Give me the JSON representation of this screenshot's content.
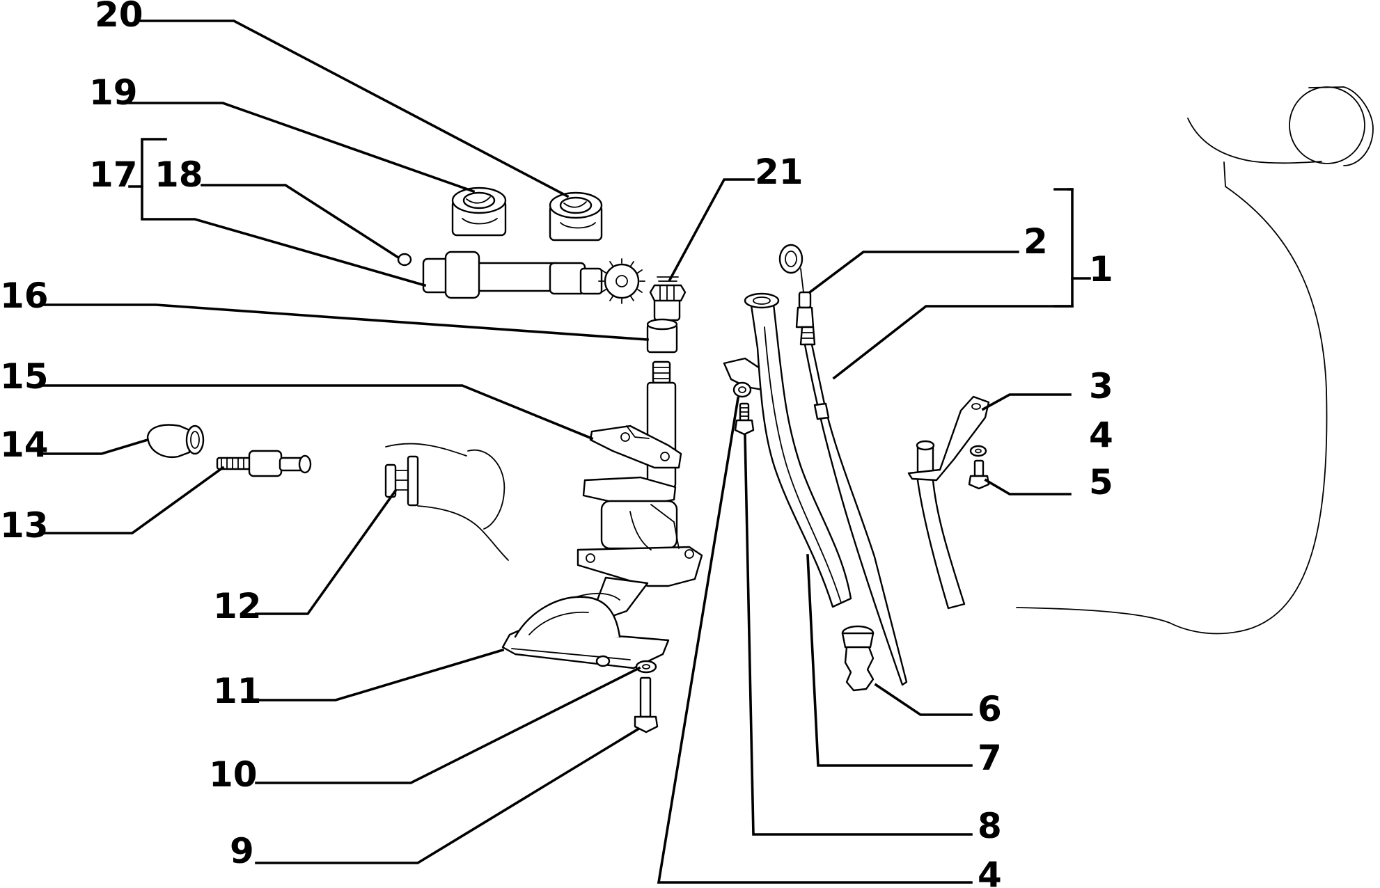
{
  "callouts": [
    {
      "id": "c1",
      "text": "1"
    },
    {
      "id": "c2",
      "text": "2"
    },
    {
      "id": "c3",
      "text": "3"
    },
    {
      "id": "c4a",
      "text": "4"
    },
    {
      "id": "c5",
      "text": "5"
    },
    {
      "id": "c6",
      "text": "6"
    },
    {
      "id": "c7",
      "text": "7"
    },
    {
      "id": "c8",
      "text": "8"
    },
    {
      "id": "c4b",
      "text": "4"
    },
    {
      "id": "c9",
      "text": "9"
    },
    {
      "id": "c10",
      "text": "10"
    },
    {
      "id": "c11",
      "text": "11"
    },
    {
      "id": "c12",
      "text": "12"
    },
    {
      "id": "c13",
      "text": "13"
    },
    {
      "id": "c14",
      "text": "14"
    },
    {
      "id": "c15",
      "text": "15"
    },
    {
      "id": "c16",
      "text": "16"
    },
    {
      "id": "c17",
      "text": "17"
    },
    {
      "id": "c18",
      "text": "18"
    },
    {
      "id": "c19",
      "text": "19"
    },
    {
      "id": "c20",
      "text": "20"
    },
    {
      "id": "c21",
      "text": "21"
    }
  ]
}
